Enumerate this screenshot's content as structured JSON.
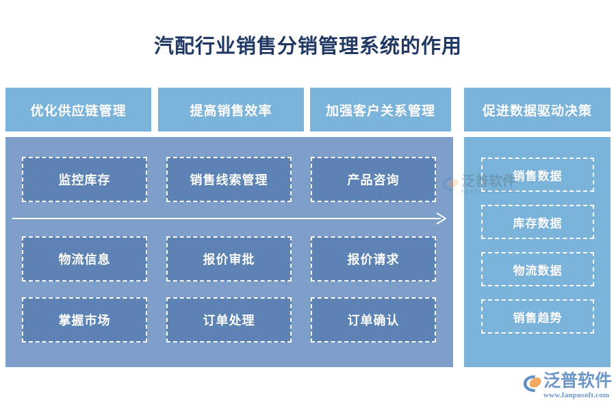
{
  "page": {
    "title": "汽配行业销售分销管理系统的作用",
    "background_color": "#ffffff",
    "title_color": "#1f3864"
  },
  "colors": {
    "header_pill": "#7ab4db",
    "process_panel": "#7d9fc9",
    "process_cell": "#5c83b4",
    "data_panel": "#7ab4db",
    "dashed_border": "#ffffff",
    "brand": "#6c95c8",
    "brand_accent": "#f0a35e"
  },
  "headers": [
    {
      "label": "优化供应链管理"
    },
    {
      "label": "提高销售效率"
    },
    {
      "label": "加强客户关系管理"
    },
    {
      "label": "促进数据驱动决策"
    }
  ],
  "process_panel": {
    "rows": [
      {
        "cells": [
          {
            "label": "监控库存"
          },
          {
            "label": "销售线索管理"
          },
          {
            "label": "产品咨询"
          }
        ]
      },
      {
        "cells": [
          {
            "label": "物流信息"
          },
          {
            "label": "报价审批"
          },
          {
            "label": "报价请求"
          }
        ]
      },
      {
        "cells": [
          {
            "label": "掌握市场"
          },
          {
            "label": "订单处理"
          },
          {
            "label": "订单确认"
          }
        ]
      }
    ],
    "arrow": {
      "direction": "right",
      "color": "#ffffff"
    }
  },
  "data_panel": {
    "items": [
      {
        "label": "销售数据"
      },
      {
        "label": "库存数据"
      },
      {
        "label": "物流数据"
      },
      {
        "label": "销售趋势"
      }
    ]
  },
  "watermark": {
    "cn": "泛普软件",
    "en": "FANPU SOFTWARE"
  },
  "brand_logo": {
    "cn": "泛普软件",
    "url": "www.fanpusoft.com"
  }
}
